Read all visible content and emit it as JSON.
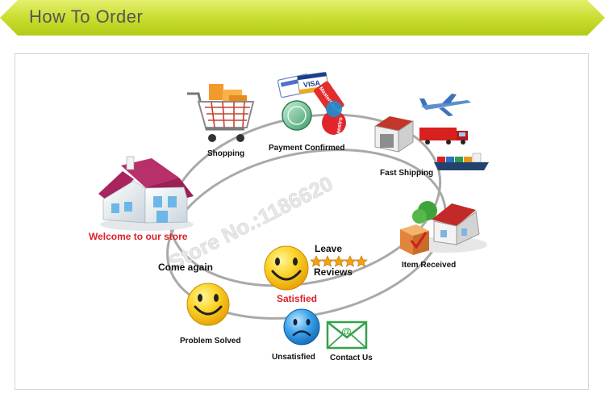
{
  "header": {
    "title": "How To Order"
  },
  "steps": {
    "shopping": "Shopping",
    "payment": "Payment Confirmed",
    "shipping": "Fast Shipping",
    "received": "Item Received",
    "welcome": "Welcome to our store",
    "come_again": "Come again",
    "leave": "Leave",
    "reviews": "Reviews",
    "satisfied": "Satisfied",
    "problem_solved": "Problem Solved",
    "unsatisfied": "Unsatisfied",
    "contact_us": "Contact Us"
  },
  "cards": {
    "visa": "VISA",
    "mastercard": "MasterCard",
    "maestro": "Maestro"
  },
  "watermark": "Store No.:1186620",
  "colors": {
    "banner_green": "#c6dc2e",
    "accent_red": "#e0252d",
    "smiley_yellow": "#f7c41a",
    "sad_blue": "#2a8fd8",
    "envelope_green": "#3aa64a",
    "roof_magenta": "#a8245f"
  },
  "icons": {
    "cart": "shopping-cart-icon",
    "cards": "credit-cards-icon",
    "plane": "airplane-icon",
    "truck": "truck-icon",
    "ship": "ship-icon",
    "house": "house-icon",
    "envelope": "envelope-icon"
  }
}
